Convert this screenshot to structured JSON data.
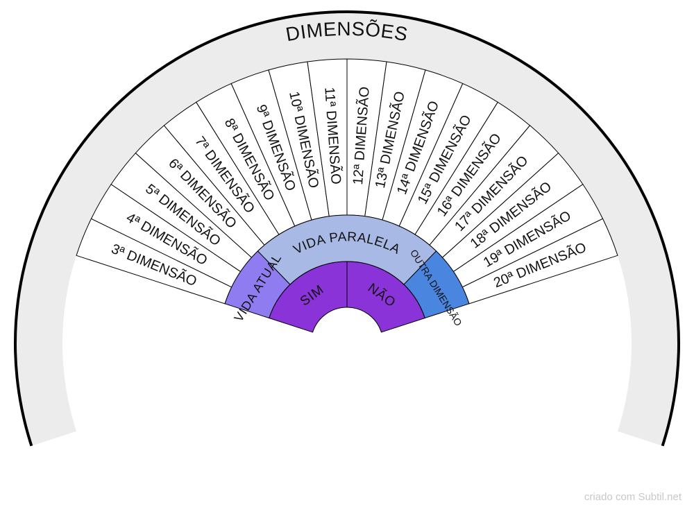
{
  "title": "DIMENSÕES",
  "dimensions": [
    "3ª DIMENSÃO",
    "4ª DIMENSÃO",
    "5ª DIMENSÃO",
    "6ª DIMENSÃO",
    "7ª DIMENSÃO",
    "8ª DIMENSÃO",
    "9ª DIMENSÃO",
    "10ª DIMENSÃO",
    "11ª DIMENSÃO",
    "12ª DIMENSÃO",
    "13ª DIMENSÃO",
    "14ª DIMENSÃO",
    "15ª DIMENSÃO",
    "16ª DIMENSÃO",
    "17ª DIMENSÃO",
    "18ª DIMENSÃO",
    "19ª DIMENSÃO",
    "20ª DIMENSÃO"
  ],
  "middle_ring": [
    {
      "label": "VIDA ATUAL",
      "color": "#8e7cf0"
    },
    {
      "label": "VIDA PARALELA",
      "color": "#a9b9e6"
    },
    {
      "label": "OUTRA DIMENSÃO",
      "color": "#4a86e0"
    }
  ],
  "inner_ring": [
    {
      "label": "SIM",
      "color": "#8a33d8"
    },
    {
      "label": "NÃO",
      "color": "#8a33d8"
    }
  ],
  "colors": {
    "outer_band": "#ececec",
    "sector_fill": "#ffffff",
    "border": "#000000"
  },
  "footer": "criado com Subtil.net"
}
